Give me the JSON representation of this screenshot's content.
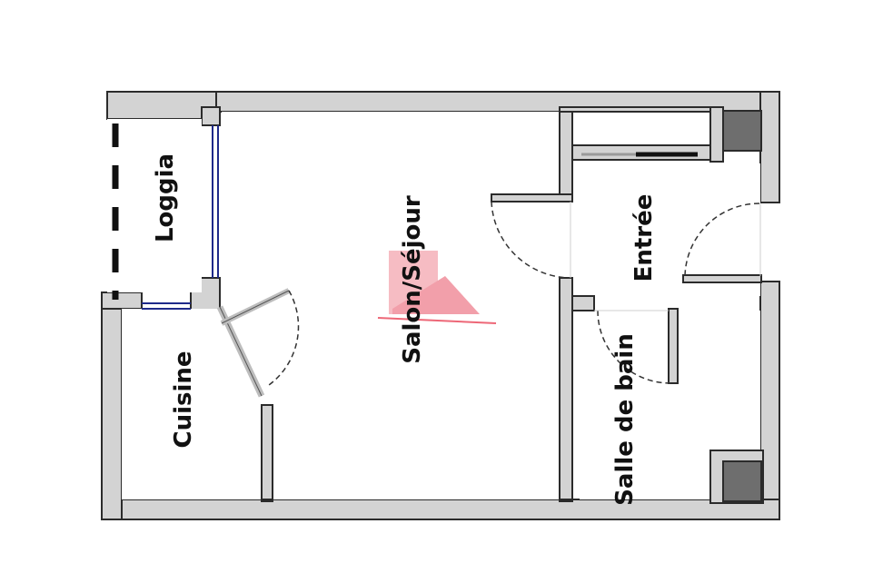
{
  "plan": {
    "rooms": [
      {
        "id": "loggia",
        "label": "Loggia"
      },
      {
        "id": "salon",
        "label": "Salon/Séjour"
      },
      {
        "id": "entree",
        "label": "Entrée"
      },
      {
        "id": "cuisine",
        "label": "Cuisine"
      },
      {
        "id": "sdb",
        "label": "Salle de bain"
      }
    ],
    "colors": {
      "wall_fill": "#d3d3d3",
      "wall_stroke": "#2b2b2b",
      "window": "#1f2a8a",
      "duct": "#6e6e6e",
      "logo": "#e8354a"
    }
  }
}
